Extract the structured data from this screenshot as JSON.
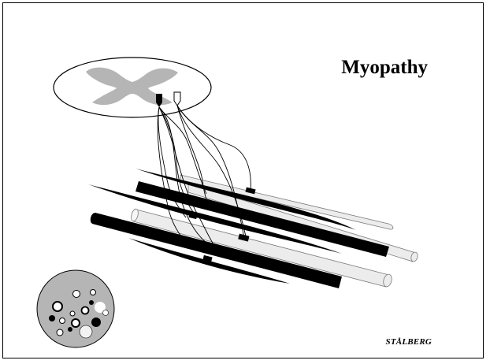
{
  "slide": {
    "title": "Myopathy",
    "credit": "STÅLBERG"
  },
  "colors": {
    "background": "#ffffff",
    "ink": "#000000",
    "gray_matter": "#b5b5b5",
    "light_fiber": "#ececec",
    "fiber_outline": "#7a7a7a"
  },
  "icons": {
    "spinal_cord": "spinal-cord-cross-section",
    "muscle_section": "muscle-cross-section"
  }
}
